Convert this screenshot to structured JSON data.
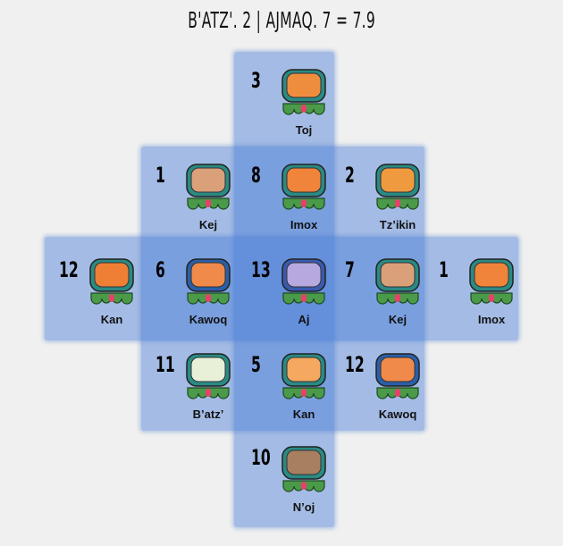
{
  "title": "B'ATZ'. 2 | AJMAQ. 7 = 7.9",
  "cells": [
    {
      "row": 0,
      "col": 2,
      "number": "3",
      "name": "Toj",
      "frame": "#2a8a84",
      "face": "#ef8d3e"
    },
    {
      "row": 1,
      "col": 1,
      "number": "1",
      "name": "Kej",
      "frame": "#2a8a84",
      "face": "#d9a07a"
    },
    {
      "row": 1,
      "col": 2,
      "number": "8",
      "name": "Imox",
      "frame": "#2a8a84",
      "face": "#f0843a"
    },
    {
      "row": 1,
      "col": 3,
      "number": "2",
      "name": "Tz’ikin",
      "frame": "#2a8a84",
      "face": "#f09a40"
    },
    {
      "row": 2,
      "col": 0,
      "number": "12",
      "name": "Kan",
      "frame": "#2a8a84",
      "face": "#ef7f35"
    },
    {
      "row": 2,
      "col": 1,
      "number": "6",
      "name": "Kawoq",
      "frame": "#2a5fa8",
      "face": "#f08a4a"
    },
    {
      "row": 2,
      "col": 2,
      "number": "13",
      "name": "Aj",
      "frame": "#3a5ab0",
      "face": "#b8a8e0"
    },
    {
      "row": 2,
      "col": 3,
      "number": "7",
      "name": "Kej",
      "frame": "#2a8a84",
      "face": "#d9a07a"
    },
    {
      "row": 2,
      "col": 4,
      "number": "1",
      "name": "Imox",
      "frame": "#2a8a84",
      "face": "#f0843a"
    },
    {
      "row": 3,
      "col": 1,
      "number": "11",
      "name": "B’atz’",
      "frame": "#2a8a84",
      "face": "#e8f0d8"
    },
    {
      "row": 3,
      "col": 2,
      "number": "5",
      "name": "Kan",
      "frame": "#2a8a84",
      "face": "#f5a860"
    },
    {
      "row": 3,
      "col": 3,
      "number": "12",
      "name": "Kawoq",
      "frame": "#2a5fa8",
      "face": "#f08a4a"
    },
    {
      "row": 4,
      "col": 2,
      "number": "10",
      "name": "N’oj",
      "frame": "#2a8a84",
      "face": "#a88060"
    }
  ]
}
